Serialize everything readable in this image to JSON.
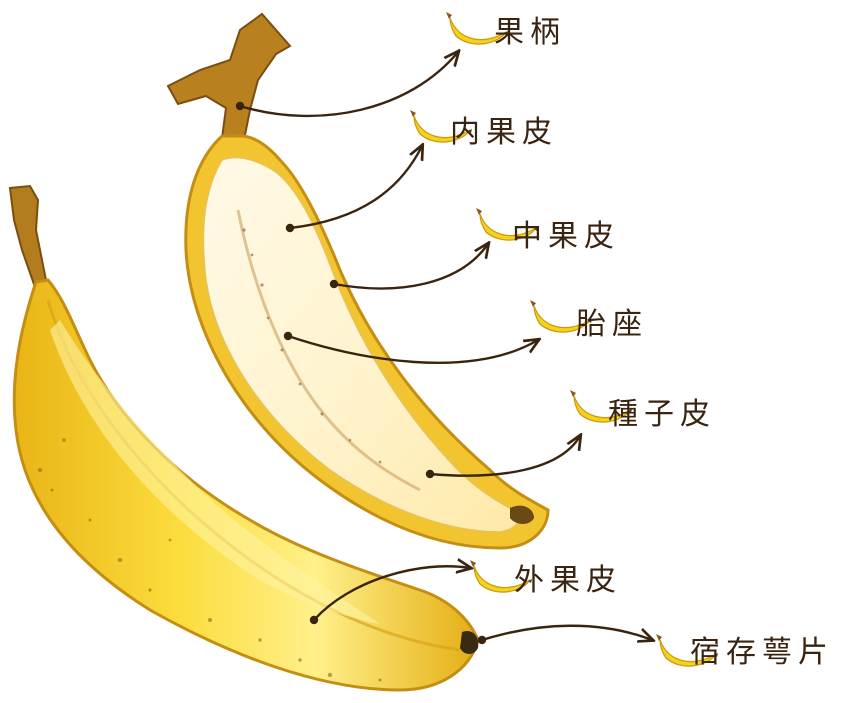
{
  "diagram": {
    "labels": [
      {
        "id": "stalk",
        "text": "果柄"
      },
      {
        "id": "endocarp",
        "text": "内果皮"
      },
      {
        "id": "mesocarp",
        "text": "中果皮"
      },
      {
        "id": "placenta",
        "text": "胎座"
      },
      {
        "id": "seed-coat",
        "text": "種子皮"
      },
      {
        "id": "exocarp",
        "text": "外果皮"
      },
      {
        "id": "persistent-sepal",
        "text": "宿存萼片"
      }
    ]
  },
  "colors": {
    "pointer_line": "#3a2410",
    "banana_yellow": "#f5d020",
    "banana_outline": "#b8860b",
    "flesh": "#fff6d8",
    "stem_brown": "#8a5a14"
  }
}
